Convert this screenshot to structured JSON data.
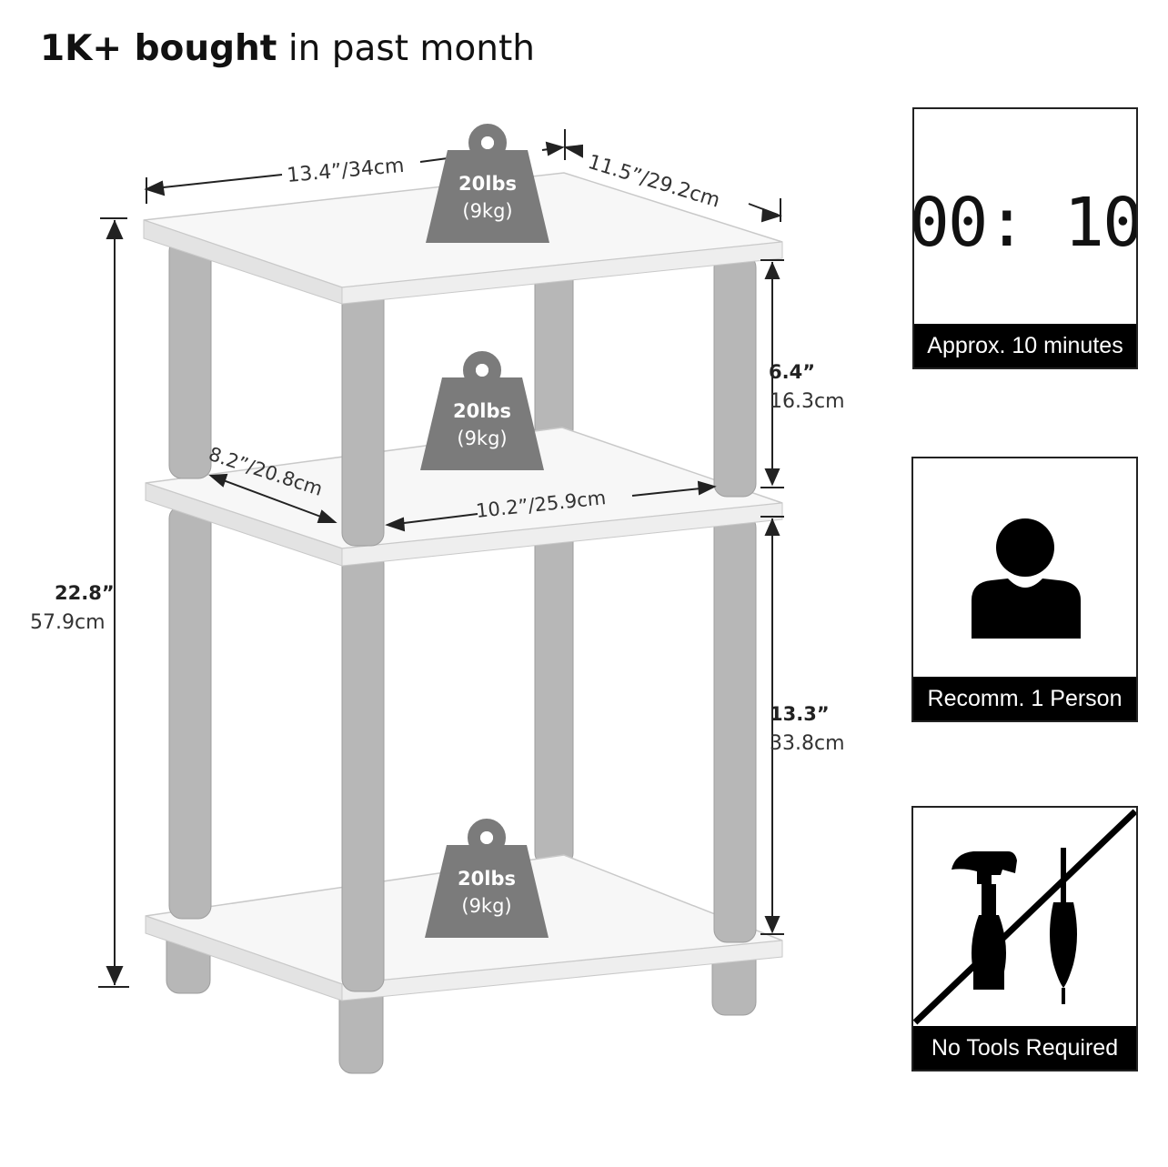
{
  "header": {
    "strong_text": "1K+ bought",
    "rest_text": " in past month"
  },
  "dimensions": {
    "width": "13.4”/34cm",
    "depth": "11.5”/29.2cm",
    "height_in": "22.8”",
    "height_cm": "57.9cm",
    "top_shelf_in": "6.4”",
    "top_shelf_cm": "16.3cm",
    "bottom_shelf_in": "13.3”",
    "bottom_shelf_cm": "33.8cm",
    "inner_depth": "8.2”/20.8cm",
    "inner_width": "10.2”/25.9cm"
  },
  "weights": [
    {
      "lbs": "20lbs",
      "kg": "(9kg)"
    },
    {
      "lbs": "20lbs",
      "kg": "(9kg)"
    },
    {
      "lbs": "20lbs",
      "kg": "(9kg)"
    }
  ],
  "badges": {
    "time_display": "00: 10",
    "time_caption": "Approx. 10 minutes",
    "person_caption": "Recomm. 1 Person",
    "tools_caption": "No Tools Required"
  },
  "icons": [
    "weight-icon",
    "timer-icon",
    "person-icon",
    "hammer-icon",
    "screwdriver-icon",
    "no-tools-slash"
  ],
  "colors": {
    "shelf": "#f7f7f7",
    "leg": "#b7b7b7",
    "weight": "#7b7b7b",
    "caption_bg": "#000000"
  }
}
